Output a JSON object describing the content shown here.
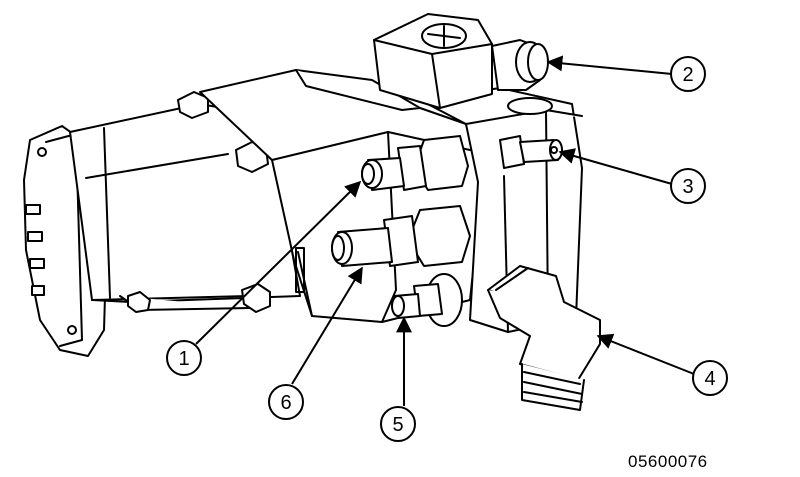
{
  "figure": {
    "figure_number": "05600076",
    "callouts": [
      {
        "id": "callout-1",
        "label": "1"
      },
      {
        "id": "callout-2",
        "label": "2"
      },
      {
        "id": "callout-3",
        "label": "3"
      },
      {
        "id": "callout-4",
        "label": "4"
      },
      {
        "id": "callout-5",
        "label": "5"
      },
      {
        "id": "callout-6",
        "label": "6"
      }
    ]
  },
  "colors": {
    "line": "#000000",
    "background": "#ffffff"
  }
}
